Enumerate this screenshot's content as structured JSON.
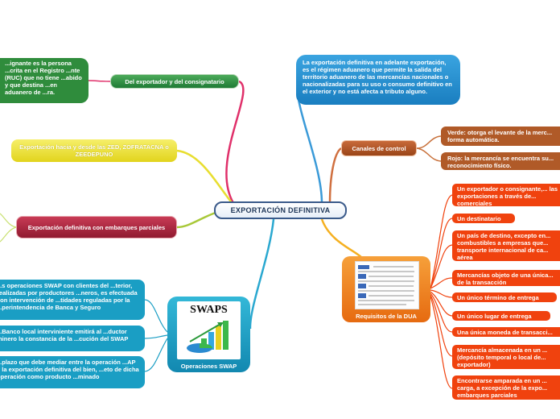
{
  "central_topic": "EXPORTACIÓN DEFINITIVA",
  "left_branches": {
    "exportador": {
      "label": "Del exportador y del consignatario",
      "child": "...ignante es la persona ...crita en el Registro ...nte (RUC) que no tiene ...abido y que destina ...en aduanero de ...ra."
    },
    "zed": {
      "label": "Exportación hacia y desde las ZED, ZOFRATACNA o ZEEDEPUNO"
    },
    "parciales": {
      "label": "Exportación definitiva con embarques parciales"
    },
    "swaps": {
      "title": "SWAPS",
      "label": "Operaciones SWAP",
      "children": [
        "...s operaciones SWAP con clientes del ...terior, realizadas por productores ...neros, es efectuada con intervención de ...tidades reguladas por la ...perintendencia de Banca y Seguro",
        "...Banco local interviniente emitirá al ...ductor minero la constancia de la ...cución del SWAP",
        "...plazo que debe mediar entre la operación ...AP y la exportación definitiva del bien, ...eto de dicha operación como producto ...minado"
      ]
    }
  },
  "right_branches": {
    "definicion": "La exportación definitiva en adelante exportación, es el régimen aduanero que permite la salida del territorio aduanero de las mercancías nacionales o nacionalizadas para su uso o consumo definitivo en el exterior y no está afecta a tributo alguno.",
    "canales": {
      "label": "Canales de control",
      "children": [
        "Verde: otorga el levante de la merc... forma automática.",
        "Rojo: la mercancía se encuentra su... reconocimiento físico."
      ]
    },
    "requisitos": {
      "label": "Requisitos de la DUA",
      "children": [
        "Un exportador o consignante,... las exportaciones a través de... comerciales",
        "Un destinatario",
        "Un país de destino, excepto en... combustibles a empresas que... transporte internacional de ca... aérea",
        "Mercancías objeto de una única... de la transacción",
        "Un único término de entrega",
        "Un único lugar de entrega",
        "Una única moneda de transacci...",
        "Mercancía almacenada en un ... (depósito temporal o local de... exportador)",
        "Encontrarse amparada en un ... carga, a excepción de la expo... embarques parciales"
      ]
    }
  },
  "colors": {
    "green": "#2f8c3c",
    "yellow": "#e2d41c",
    "red": "#901a30",
    "teal": "#1a9ec4",
    "blue": "#1a7ec0",
    "brown": "#b05a28",
    "orange": "#f0420e",
    "center_border": "#3a5a8a"
  }
}
